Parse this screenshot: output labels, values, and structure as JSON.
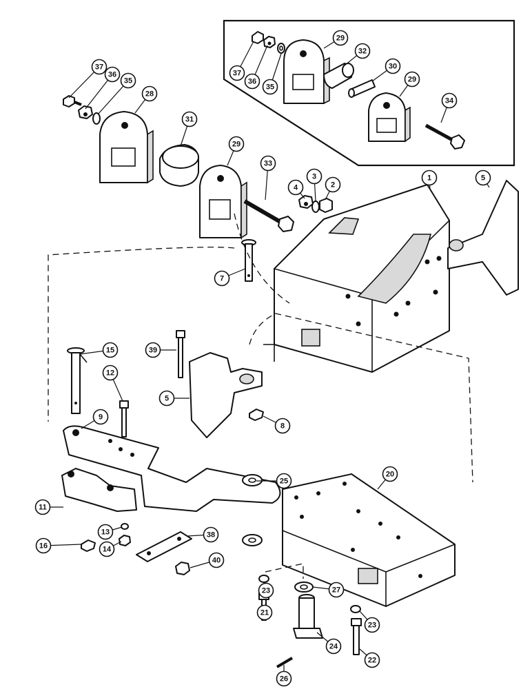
{
  "callouts": [
    {
      "label": "37"
    },
    {
      "label": "36"
    },
    {
      "label": "35"
    },
    {
      "label": "29"
    },
    {
      "label": "32"
    },
    {
      "label": "30"
    },
    {
      "label": "29"
    },
    {
      "label": "34"
    },
    {
      "label": "37"
    },
    {
      "label": "36"
    },
    {
      "label": "35"
    },
    {
      "label": "28"
    },
    {
      "label": "31"
    },
    {
      "label": "29"
    },
    {
      "label": "33"
    },
    {
      "label": "4"
    },
    {
      "label": "3"
    },
    {
      "label": "2"
    },
    {
      "label": "1"
    },
    {
      "label": "5"
    },
    {
      "label": "7"
    },
    {
      "label": "15"
    },
    {
      "label": "39"
    },
    {
      "label": "12"
    },
    {
      "label": "5"
    },
    {
      "label": "9"
    },
    {
      "label": "8"
    },
    {
      "label": "25"
    },
    {
      "label": "20"
    },
    {
      "label": "11"
    },
    {
      "label": "13"
    },
    {
      "label": "16"
    },
    {
      "label": "14"
    },
    {
      "label": "38"
    },
    {
      "label": "40"
    },
    {
      "label": "23"
    },
    {
      "label": "27"
    },
    {
      "label": "21"
    },
    {
      "label": "23"
    },
    {
      "label": "24"
    },
    {
      "label": "22"
    },
    {
      "label": "26"
    }
  ]
}
